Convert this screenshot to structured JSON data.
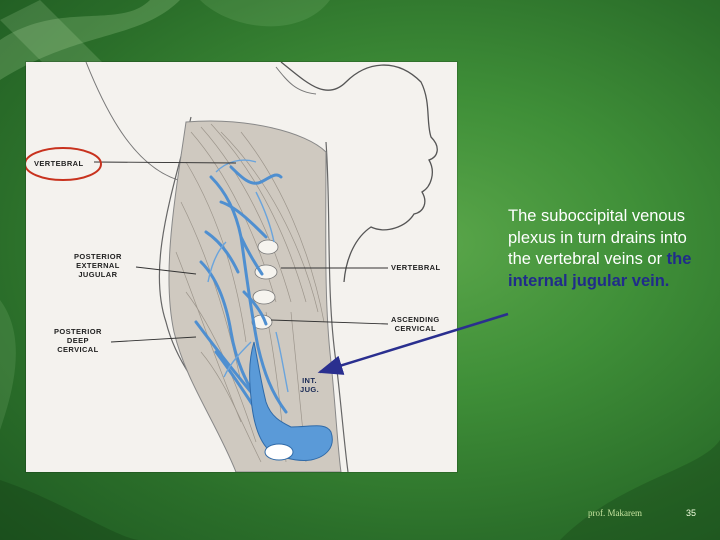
{
  "figure": {
    "labels": {
      "vertebral_top": "VERTEBRAL",
      "posterior_external_jugular": "POSTERIOR\nEXTERNAL\nJUGULAR",
      "vertebral_right": "VERTEBRAL",
      "ascending_cervical": "ASCENDING\nCERVICAL",
      "posterior_deep_cervical": "POSTERIOR\nDEEP\nCERVICAL",
      "int_jug": "INT.\nJUG."
    }
  },
  "callout": {
    "text": "The suboccipital venous plexus in turn drains into the vertebral veins or ",
    "highlight": "the internal jugular vein."
  },
  "footer": {
    "author": "prof. Makarem",
    "page": "35"
  },
  "colors": {
    "background": "#3f8f38",
    "vein_blue": "#5a9ad8",
    "highlight_text": "#202c8a",
    "circle_red": "#c8321e"
  }
}
